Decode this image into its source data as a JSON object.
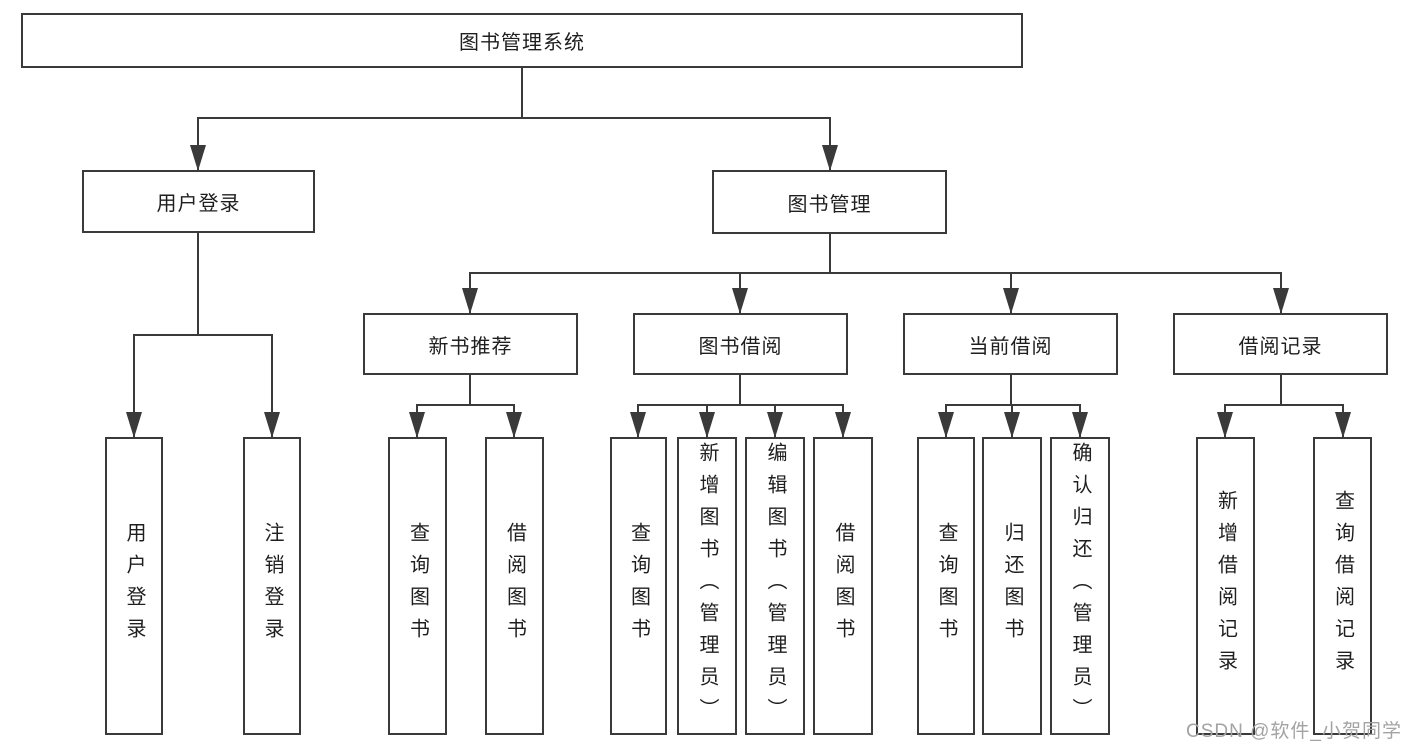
{
  "diagram": {
    "root": {
      "label": "图书管理系统"
    },
    "branches": [
      {
        "label": "用户登录",
        "children": [
          {
            "label": "用户登录"
          },
          {
            "label": "注销登录"
          }
        ]
      },
      {
        "label": "图书管理",
        "children": [
          {
            "label": "新书推荐",
            "children": [
              {
                "label": "查询图书"
              },
              {
                "label": "借阅图书"
              }
            ]
          },
          {
            "label": "图书借阅",
            "children": [
              {
                "label": "查询图书"
              },
              {
                "label": "新增图书（管理员）"
              },
              {
                "label": "编辑图书（管理员）"
              },
              {
                "label": "借阅图书"
              }
            ]
          },
          {
            "label": "当前借阅",
            "children": [
              {
                "label": "查询图书"
              },
              {
                "label": "归还图书"
              },
              {
                "label": "确认归还（管理员）"
              }
            ]
          },
          {
            "label": "借阅记录",
            "children": [
              {
                "label": "新增借阅记录"
              },
              {
                "label": "查询借阅记录"
              }
            ]
          }
        ]
      }
    ]
  },
  "watermark": {
    "text": "CSDN @软件_小贺同学"
  },
  "colors": {
    "line": "#3a3a3a",
    "text": "#1f1f1f",
    "wm": "#a3a3a3",
    "bg": "#ffffff"
  }
}
